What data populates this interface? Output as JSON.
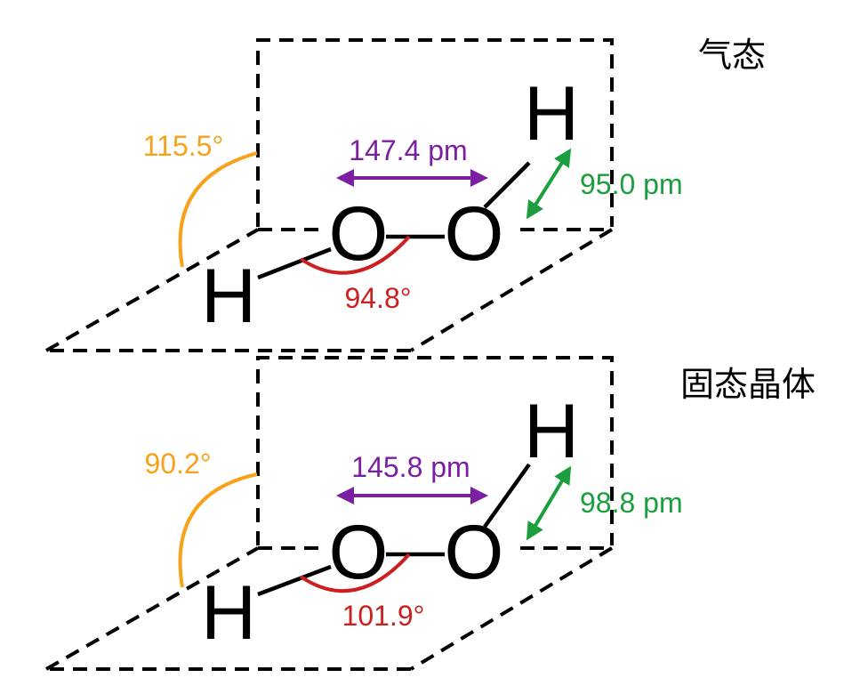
{
  "colors": {
    "dihedral": "#F7A21B",
    "bond_angle": "#CC1F1F",
    "oo_length": "#7B1FA2",
    "oh_length": "#1B9E3E"
  },
  "panels": [
    {
      "state_label": "气态",
      "dihedral_angle": "115.5°",
      "oo_bond_length": "147.4 pm",
      "oh_bond_length": "95.0 pm",
      "hoo_angle": "94.8°",
      "atoms": {
        "o1": "O",
        "o2": "O",
        "h1": "H",
        "h2": "H"
      }
    },
    {
      "state_label": "固态晶体",
      "dihedral_angle": "90.2°",
      "oo_bond_length": "145.8 pm",
      "oh_bond_length": "98.8 pm",
      "hoo_angle": "101.9°",
      "atoms": {
        "o1": "O",
        "o2": "O",
        "h1": "H",
        "h2": "H"
      }
    }
  ]
}
